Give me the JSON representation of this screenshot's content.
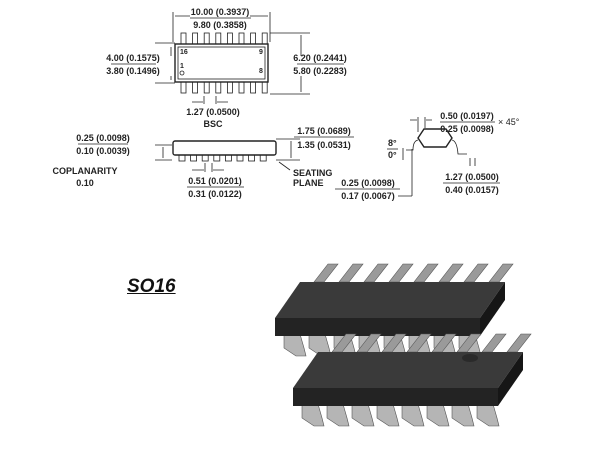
{
  "title": "SO16",
  "top_view": {
    "length_max": "10.00 (0.3937)",
    "length_min": "9.80 (0.3858)",
    "body_width_max": "4.00 (0.1575)",
    "body_width_min": "3.80 (0.1496)",
    "total_width_max": "6.20 (0.2441)",
    "total_width_min": "5.80 (0.2283)",
    "pitch": "1.27 (0.0500)",
    "pitch_note": "BSC",
    "pin_labels": [
      "16",
      "9",
      "1",
      "8"
    ]
  },
  "side_view": {
    "standoff_max": "0.25 (0.0098)",
    "standoff_min": "0.10 (0.0039)",
    "height_max": "1.75 (0.0689)",
    "height_min": "1.35 (0.0531)",
    "coplanarity_label": "COPLANARITY",
    "coplanarity_value": "0.10",
    "lead_width_max": "0.51 (0.0201)",
    "lead_width_min": "0.31 (0.0122)",
    "seating_plane": [
      "SEATING",
      "PLANE"
    ]
  },
  "end_view": {
    "chamfer_max": "0.50 (0.0197)",
    "chamfer_min": "0.25 (0.0098)",
    "chamfer_angle": "× 45°",
    "angle_max": "8°",
    "angle_min": "0°",
    "lead_thickness_max": "0.25 (0.0098)",
    "lead_thickness_min": "0.17 (0.0067)",
    "foot_length_max": "1.27 (0.0500)",
    "foot_length_min": "0.40 (0.0157)"
  }
}
